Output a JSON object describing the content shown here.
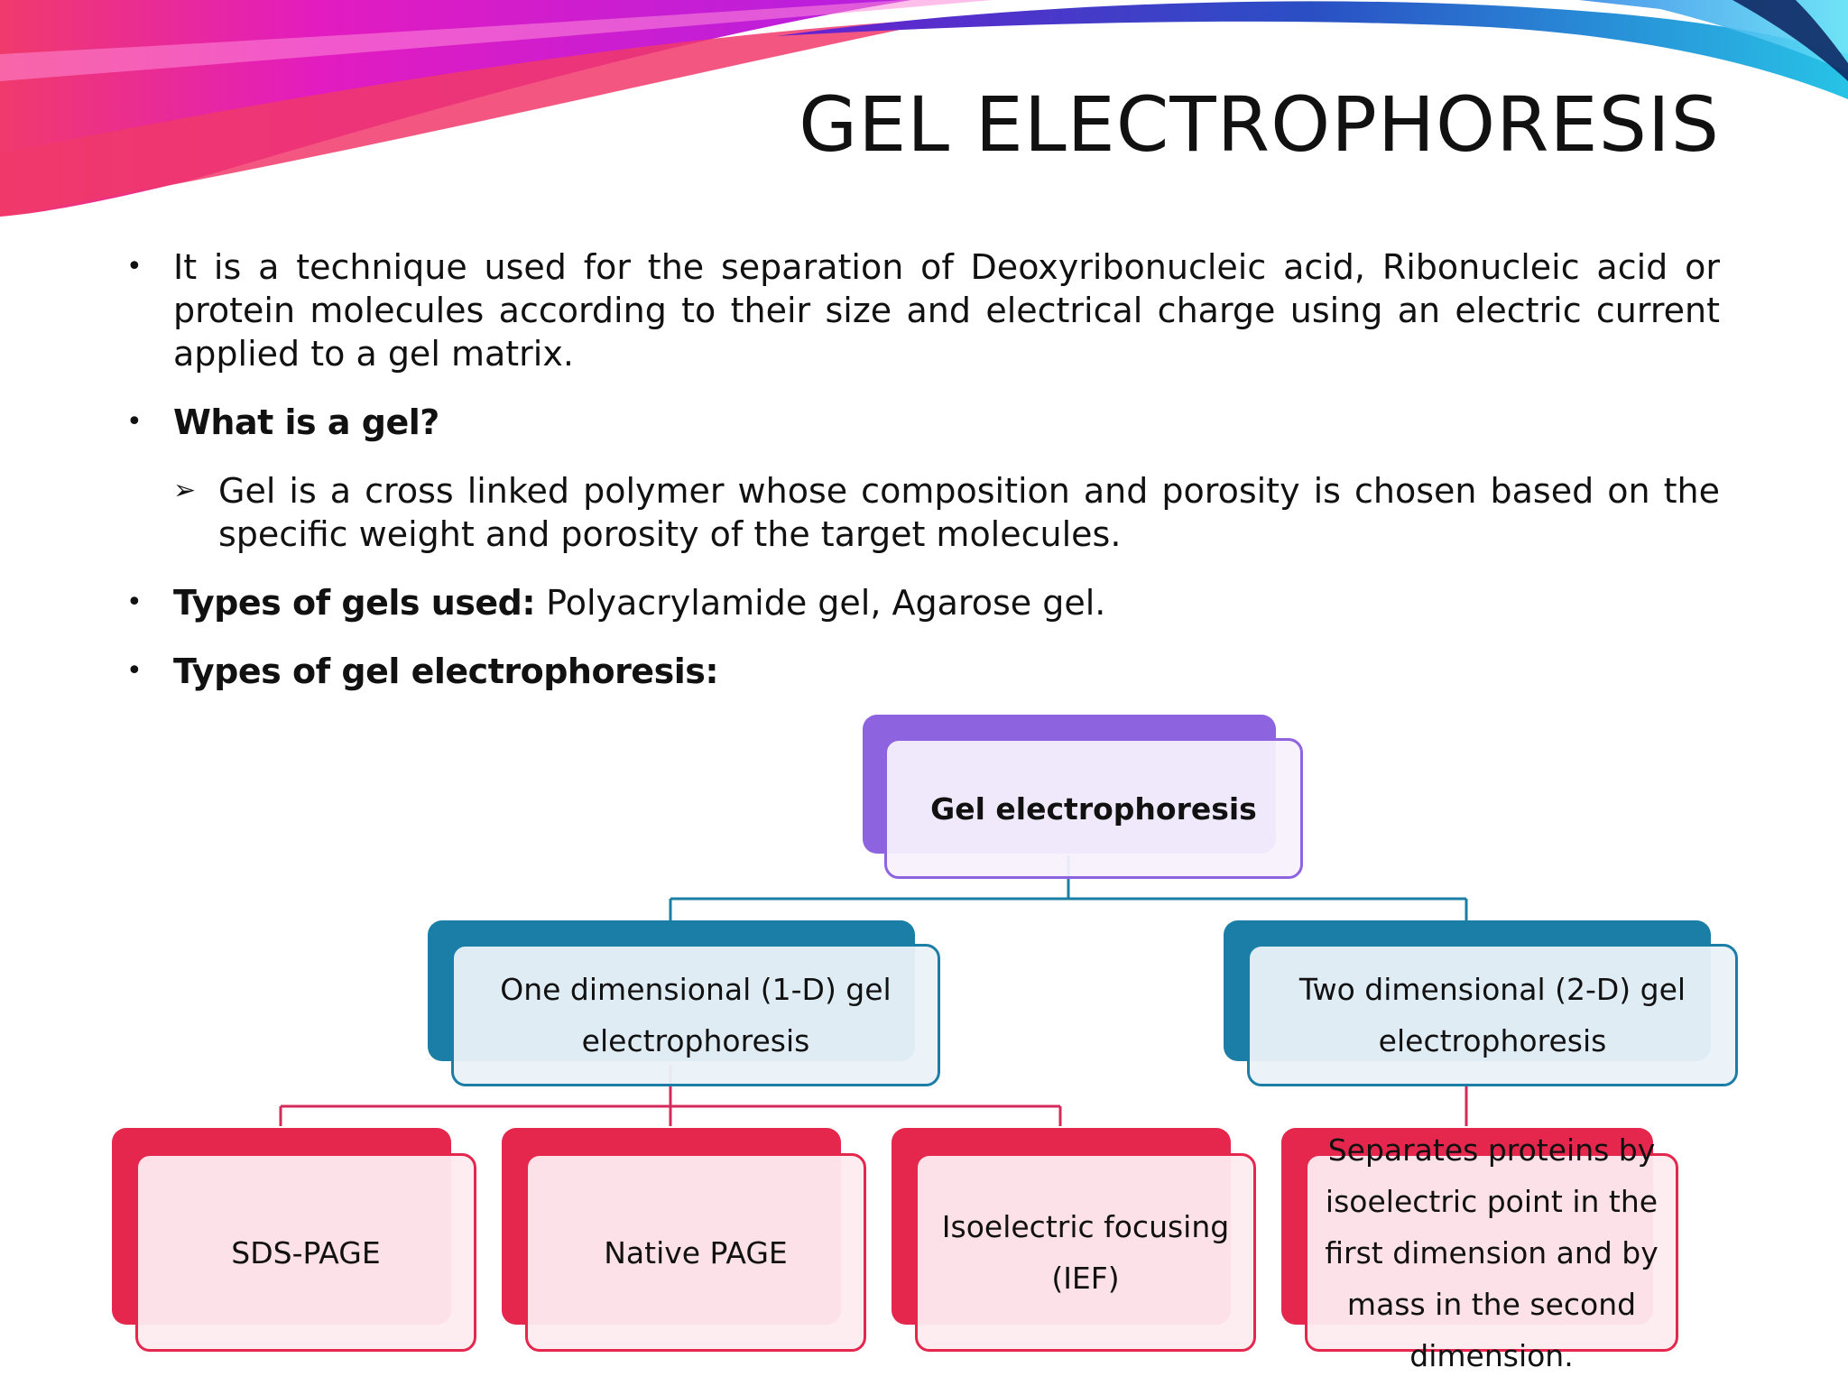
{
  "slide": {
    "title": "GEL ELECTROPHORESIS"
  },
  "content": {
    "bullet_1": "It is a technique used for the separation of Deoxyribonucleic acid, Ribonucleic acid or protein molecules according to their size and electrical charge using an electric current applied to a gel matrix.",
    "bullet_2": "What is a gel?",
    "sub_bullet_1": "Gel is a cross linked polymer whose composition and porosity is chosen based on the specific weight and porosity of the target molecules.",
    "bullet_3_label": "Types of gels used:",
    "bullet_3_text": " Polyacrylamide gel, Agarose gel.",
    "bullet_4": "Types of gel electrophoresis:",
    "bullet_symbol": "•",
    "sub_bullet_symbol": "➢"
  },
  "diagram": {
    "root": "Gel electrophoresis",
    "branch_1": "One dimensional (1-D) gel electrophoresis",
    "branch_2": "Two dimensional (2-D) gel electrophoresis",
    "leaf_1": "SDS-PAGE",
    "leaf_2": "Native PAGE",
    "leaf_3": "Isoelectric focusing (IEF)",
    "leaf_4": "Separates proteins by isoelectric point in the first dimension and by mass in the second dimension.",
    "colors": {
      "level_1": "#8e63e0",
      "level_2": "#1a7ea6",
      "level_3": "#e5264d"
    }
  },
  "colors": {
    "swoosh_magenta": "#e21cc0",
    "swoosh_pink": "#f0386b",
    "swoosh_blue": "#2a4fc4",
    "swoosh_cyan": "#27c3e6"
  }
}
